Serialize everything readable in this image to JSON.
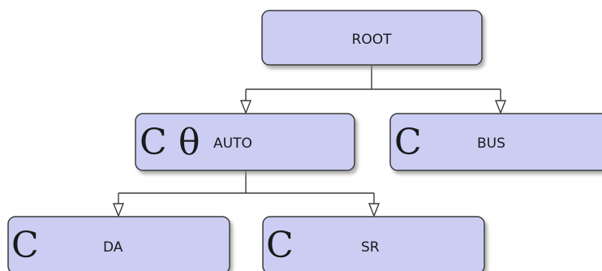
{
  "colors": {
    "node_fill": "#cccdf2",
    "node_stroke": "#3a3a3a",
    "shadow": "#9b9b9b",
    "connector": "#3a3a3a",
    "arrow_fill": "#ffffff"
  },
  "nodes": {
    "root": {
      "label": "ROOT"
    },
    "auto": {
      "label": "AUTO",
      "class_glyph": "C",
      "extra_glyph": "θ"
    },
    "bus": {
      "label": "BUS",
      "class_glyph": "C"
    },
    "da": {
      "label": "DA",
      "class_glyph": "C"
    },
    "sr": {
      "label": "SR",
      "class_glyph": "C"
    }
  }
}
